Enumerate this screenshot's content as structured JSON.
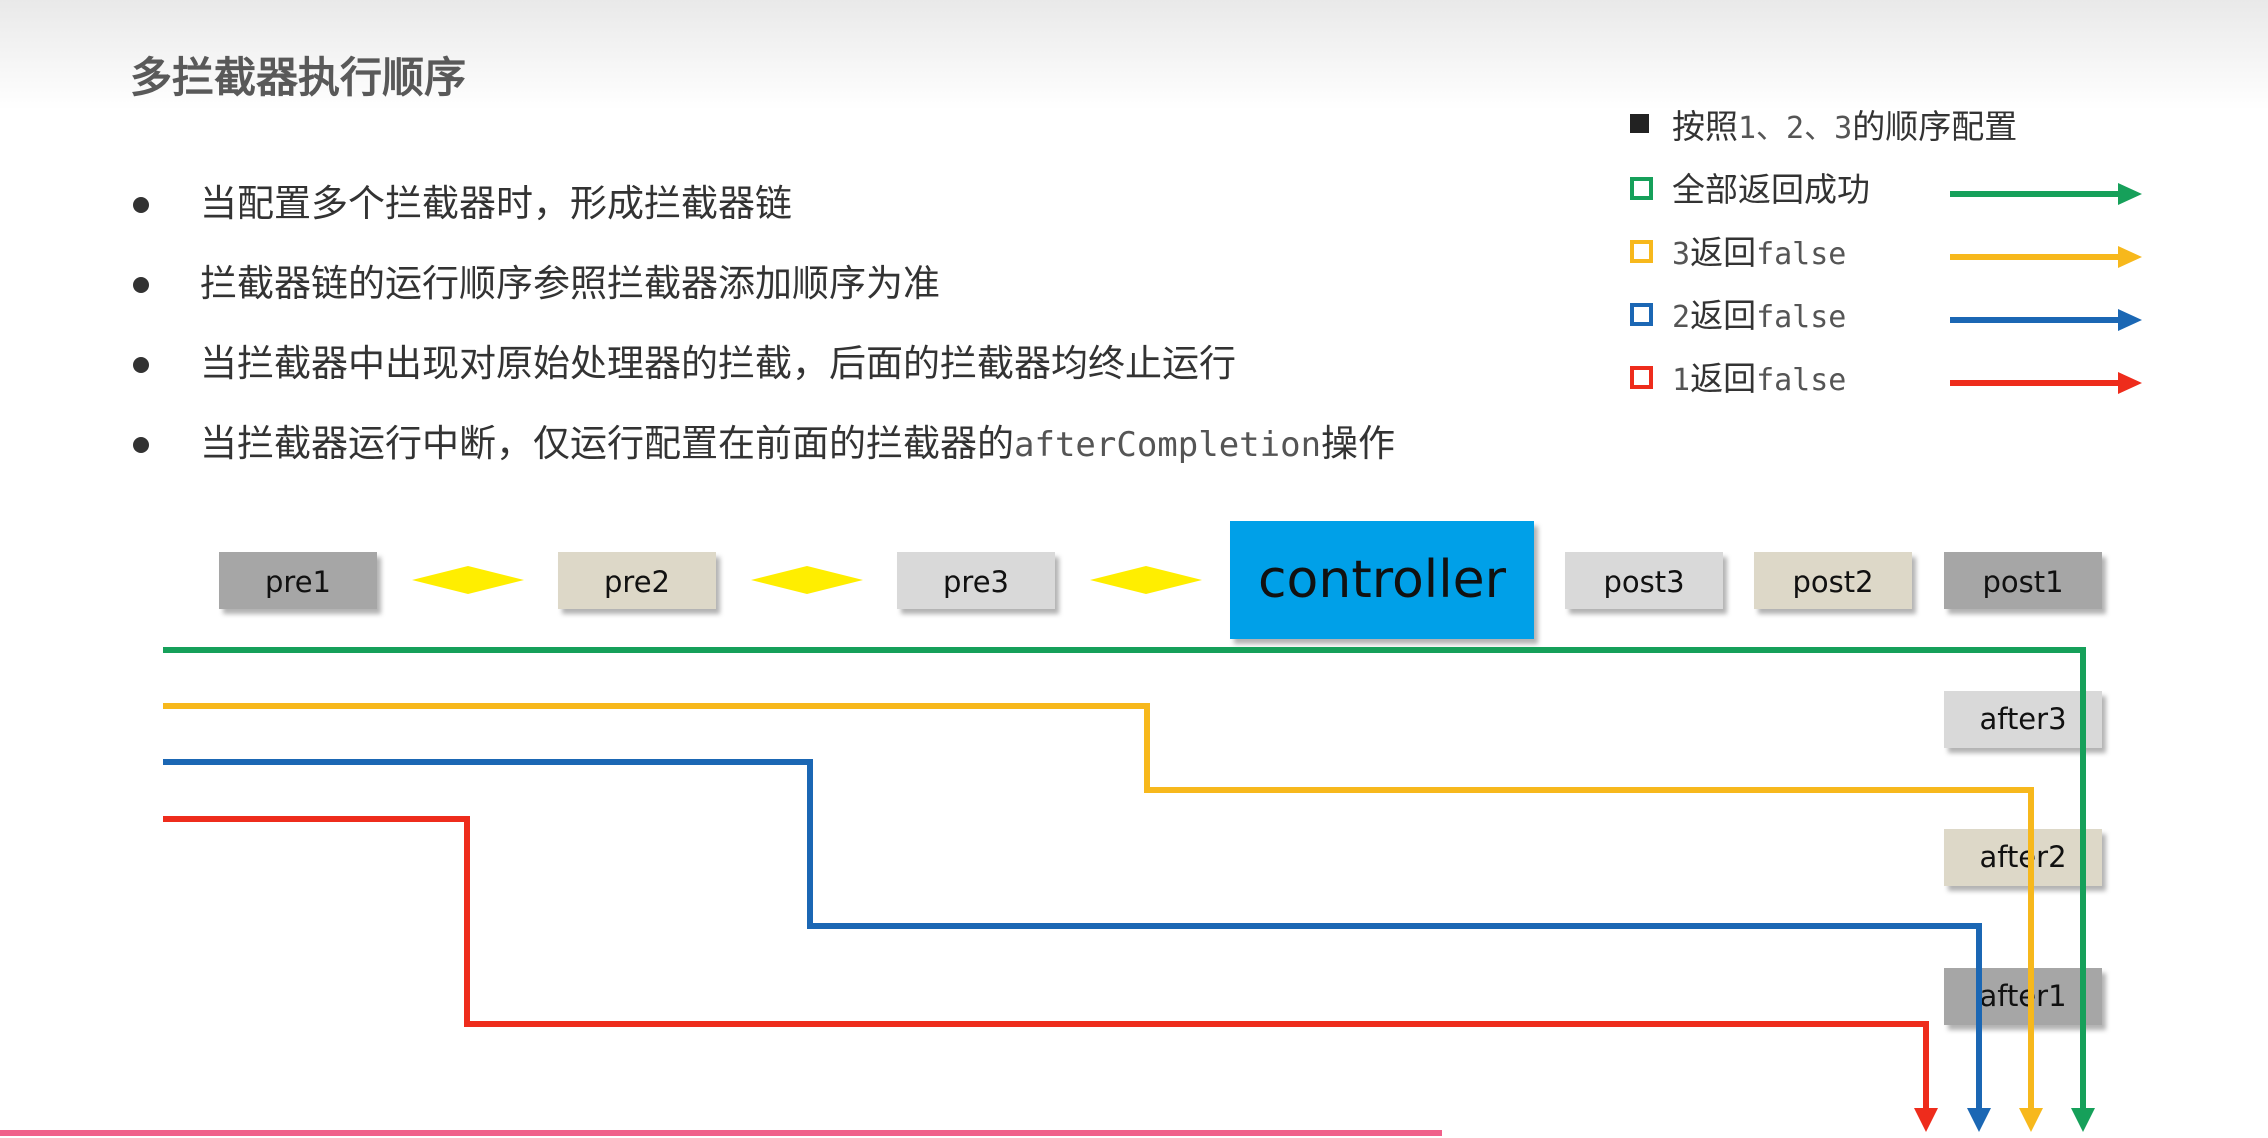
{
  "slide": {
    "title": "多拦截器执行顺序",
    "bullets": [
      {
        "text": "当配置多个拦截器时，形成拦截器链"
      },
      {
        "text": "拦截器链的运行顺序参照拦截器添加顺序为准"
      },
      {
        "text": "当拦截器中出现对原始处理器的拦截，后面的拦截器均终止运行"
      },
      {
        "text": "当拦截器运行中断，仅运行配置在前面的拦截器的",
        "code": "afterCompletion",
        "suffix": "操作"
      }
    ]
  },
  "legend": {
    "items": [
      {
        "prefix": "按照",
        "code": "1、2、3",
        "suffix": "的顺序配置",
        "color": "#222222"
      },
      {
        "prefix": "",
        "code": "",
        "suffix": "全部返回成功",
        "color": "#16a05a"
      },
      {
        "prefix": "",
        "code": "3",
        "suffix": "返回",
        "code2": "false",
        "color": "#f7b81c"
      },
      {
        "prefix": "",
        "code": "2",
        "suffix": "返回",
        "code2": "false",
        "color": "#1b67b4"
      },
      {
        "prefix": "",
        "code": "1",
        "suffix": "返回",
        "code2": "false",
        "color": "#ee2c1c"
      }
    ]
  },
  "diagram": {
    "top_boxes": [
      {
        "label": "pre1",
        "fill": "#a6a6a6"
      },
      {
        "label": "pre2",
        "fill": "#ddd8c8"
      },
      {
        "label": "pre3",
        "fill": "#d9d9d9"
      },
      {
        "label": "controller",
        "fill": "#00a0e8"
      },
      {
        "label": "post3",
        "fill": "#d9d9d9"
      },
      {
        "label": "post2",
        "fill": "#ddd8c8"
      },
      {
        "label": "post1",
        "fill": "#a6a6a6"
      }
    ],
    "after_boxes": [
      {
        "label": "after3",
        "fill": "#d9d9d9"
      },
      {
        "label": "after2",
        "fill": "#ddd8c8"
      },
      {
        "label": "after1",
        "fill": "#a6a6a6"
      }
    ],
    "diamond_color": "#ffee00",
    "path_colors": {
      "success": "#16a05a",
      "fail3": "#f7b81c",
      "fail2": "#1b67b4",
      "fail1": "#ee2c1c"
    }
  }
}
